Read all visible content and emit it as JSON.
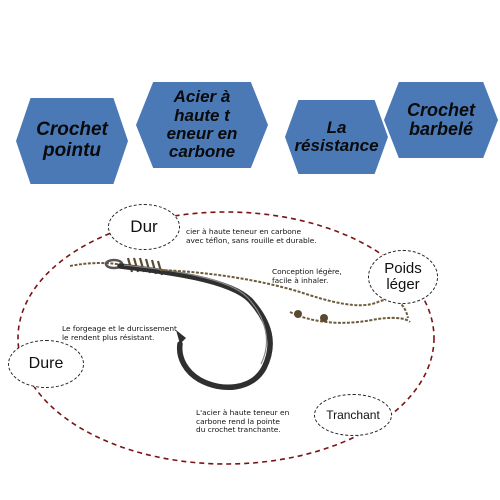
{
  "hexagons": {
    "crochet_pointu": "Crochet\npointu",
    "acier": "Acier à\nhaute t\neneur en\ncarbone",
    "resistance": "La\nrésistance",
    "barbele": "Crochet\nbarbelé"
  },
  "bubbles": {
    "dur": "Dur",
    "poids": "Poids\nléger",
    "dure": "Dure",
    "tranchant": "Tranchant"
  },
  "notes": {
    "dur": "cier à haute teneur en carbone\navec téflon, sans rouille et durable.",
    "poids": "Conception légère,\nfacile à inhaler.",
    "dure": "Le forgeage et le durcissement\nle rendent plus résistant.",
    "tranchant": "L'acier à haute teneur en\ncarbone rend la pointe\ndu crochet tranchante."
  },
  "colors": {
    "hexagon_fill": "#4a79b6",
    "oval_outline": "#7a1414",
    "hook_metal": "#3a3a3a",
    "line_braid": "#6e5a3c"
  }
}
